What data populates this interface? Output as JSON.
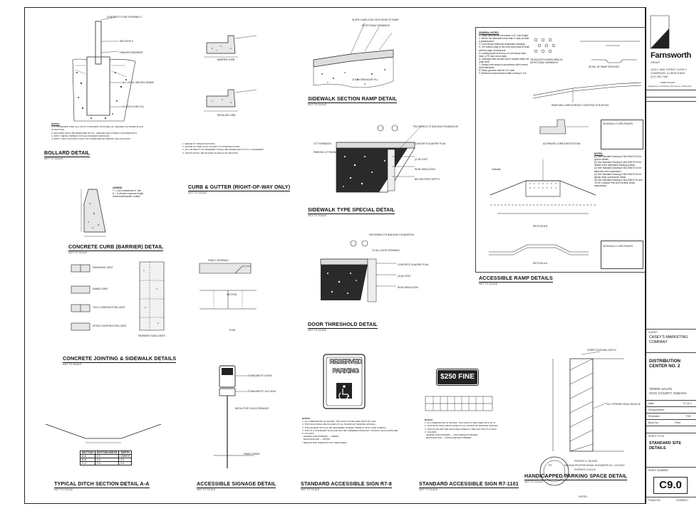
{
  "details": {
    "bollard": {
      "title": "BOLLARD DETAIL",
      "scale": "NOT TO SCALE"
    },
    "curb_gutter": {
      "title": "CURB & GUTTER (RIGHT-OF-WAY ONLY)",
      "scale": "NOT TO SCALE"
    },
    "sidewalk_ramp": {
      "title": "SIDEWALK SECTION RAMP DETAIL",
      "scale": "NOT TO SCALE"
    },
    "sidewalk_special": {
      "title": "SIDEWALK TYPE SPECIAL DETAIL",
      "scale": "NOT TO SCALE"
    },
    "concrete_curb": {
      "title": "CONCRETE CURB (BARRIER) DETAIL",
      "scale": "NOT TO SCALE"
    },
    "concrete_jointing": {
      "title": "CONCRETE JOINTING & SIDEWALK DETAILS",
      "scale": "NOT TO SCALE"
    },
    "door_threshold": {
      "title": "DOOR THRESHOLD DETAIL",
      "scale": "NOT TO SCALE"
    },
    "accessible_ramp": {
      "title": "ACCESSIBLE RAMP DETAILS",
      "scale": "NOT TO SCALE"
    },
    "ditch": {
      "title": "TYPICAL DITCH SECTION DETAIL A-A",
      "scale": "NOT TO SCALE"
    },
    "signage": {
      "title": "ACCESSIBLE SIGNAGE DETAIL",
      "scale": "NOT TO SCALE"
    },
    "sign_r78": {
      "title": "STANDARD ACCESSIBLE SIGN R7-8",
      "scale": "NOT TO SCALE"
    },
    "sign_r71101": {
      "title": "STANDARD ACCESSIBLE SIGN R7-1101",
      "scale": "NOT TO SCALE"
    },
    "hc_parking": {
      "title": "HANDICAPPED PARKING SPACE DETAIL",
      "scale": "NOT TO SCALE"
    }
  },
  "labels": {
    "notes": "NOTES:",
    "general_notes": "GENERAL NOTES:",
    "legend": "LEGEND",
    "reserved": "RESERVED",
    "parking": "PARKING",
    "fine": "$250 FINE",
    "section_bb": "SECTION B-B",
    "section_aa": "SECTION A-A",
    "truncated_domes": "TRUNCATED DOMES AREA IN DETECTABLE WARNINGS",
    "ramp_grooves": "DETAIL OF RAMP GROOVES",
    "alt_curb": "ALTERNATE CURB SUBSTITUTION",
    "ramp_construction": "RAMP AND CURB SURFACE CONSTRUCTION DETAIL",
    "plan": "PLAN",
    "section": "SECTION",
    "pavement_joints": "PAVEMENT GAIN JOINTS",
    "public_sidewalk": "PUBLIC SIDEWALK",
    "ditch_table_head": [
      "SECTION",
      "BOTTOM WIDTH",
      "DEPTH"
    ],
    "ditch_table_rows": [
      [
        "A-A",
        "2.0",
        "VARIES"
      ],
      [
        "B-B",
        "2.0",
        "2.0"
      ],
      [
        "C-C",
        "2.0",
        "2.0"
      ]
    ],
    "seal": "PATRICK A. BOONE",
    "engineer": "INDIANA PROFESSIONAL ENGINEER NO. 11012267",
    "expires": "EXPIRES 07/31/16",
    "dated": "DATED:"
  },
  "title_block": {
    "firm": "Farnsworth",
    "firm_sub": "GROUP",
    "address": "1109 S. MAIL STREET, SUITE 3",
    "city": "CHAMPAIGN, ILLINOIS 61820",
    "phone": "(217) 352-7408",
    "web": "www.f-w.com",
    "disciplines": "Engineers | Architects | Surveyors | Scientists",
    "client_label": "CLIENT",
    "client": "CASEY'S MARKETING COMPANY",
    "project": "DISTRIBUTION CENTER NO. 2",
    "location1": "TERRE HAUTE",
    "location2": "VIGO COUNTY, INDIANA",
    "date_label": "Date:",
    "date_val": "07-11-1",
    "design_label": "Design/Drawn:",
    "reviewed_label": "Reviewed:",
    "reviewed_val": "PJB",
    "book_label": "Book No.:",
    "book_val": "Field",
    "sheet_title_label": "SHEET TITLE",
    "sheet_title": "STANDARD SITE DETAILS",
    "sheet_number_label": "SHEET NUMBER",
    "sheet_number": "C9.0",
    "project_no_label": "Project No.:",
    "project_no": "0140500.0"
  }
}
